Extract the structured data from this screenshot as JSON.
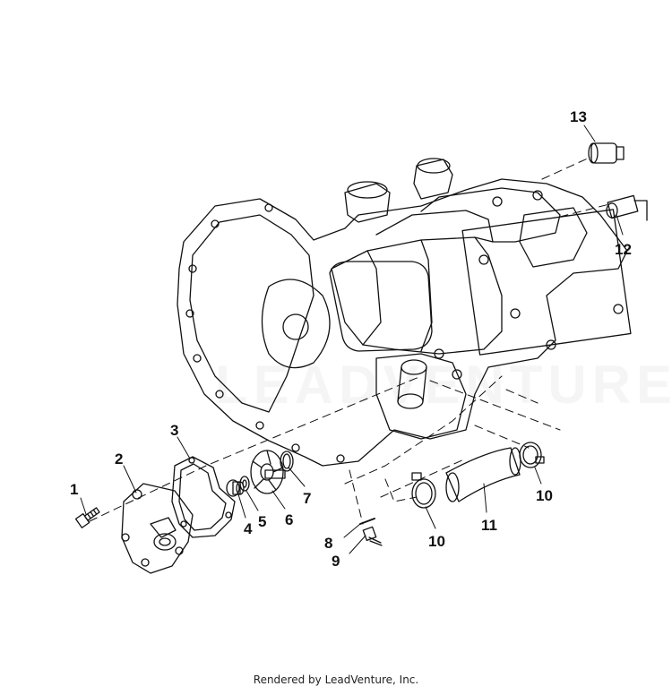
{
  "callouts": {
    "c1": "1",
    "c2": "2",
    "c3": "3",
    "c4": "4",
    "c5": "5",
    "c6": "6",
    "c7": "7",
    "c8": "8",
    "c9": "9",
    "c10a": "10",
    "c10b": "10",
    "c11": "11",
    "c12": "12",
    "c13": "13"
  },
  "watermark": "LEADVENTURE",
  "footer": {
    "credit": "Rendered by LeadVenture, Inc."
  }
}
